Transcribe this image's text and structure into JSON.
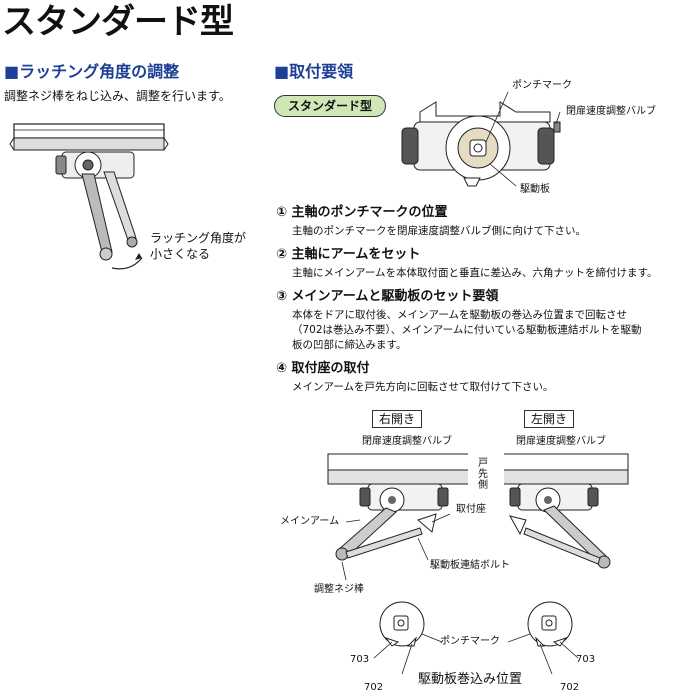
{
  "title": "スタンダード型",
  "latching": {
    "heading": "■ラッチング角度の調整",
    "description": "調整ネジ棒をねじ込み、調整を行います。",
    "annotation_line1": "ラッチング角度が",
    "annotation_line2": "小さくなる"
  },
  "install": {
    "heading": "■取付要領",
    "badge": "スタンダード型",
    "label_punch_mark": "ポンチマーク",
    "label_valve": "閉扉速度調整バルブ",
    "label_drive_plate": "駆動板",
    "steps": [
      {
        "heading": "① 主軸のポンチマークの位置",
        "lines": [
          "主軸のポンチマークを閉扉速度調整バルブ側に向けて下さい。"
        ]
      },
      {
        "heading": "② 主軸にアームをセット",
        "lines": [
          "主軸にメインアームを本体取付面と垂直に差込み、六角ナットを締付けます。"
        ]
      },
      {
        "heading": "③ メインアームと駆動板のセット要領",
        "lines": [
          "本体をドアに取付後、メインアームを駆動板の巻込み位置まで回転させ",
          "（702は巻込み不要）、メインアームに付いている駆動板連結ボルトを駆動",
          "板の凹部に締込みます。"
        ]
      },
      {
        "heading": "④ 取付座の取付",
        "lines": [
          "メインアームを戸先方向に回転させて取付けて下さい。"
        ]
      }
    ]
  },
  "diagram": {
    "right_open": "右開き",
    "left_open": "左開き",
    "valve_left": "閉扉速度調整バルブ",
    "valve_right": "閉扉速度調整バルブ",
    "door_edge": "戸先側",
    "main_arm": "メインアーム",
    "mount_seat": "取付座",
    "bolt": "駆動板連結ボルト",
    "adjust_rod": "調整ネジ棒",
    "punch_mark": "ポンチマーク",
    "pos_caption": "駆動板巻込み位置",
    "l_703": "703",
    "l_702": "702",
    "r_703": "703",
    "r_702": "702"
  }
}
